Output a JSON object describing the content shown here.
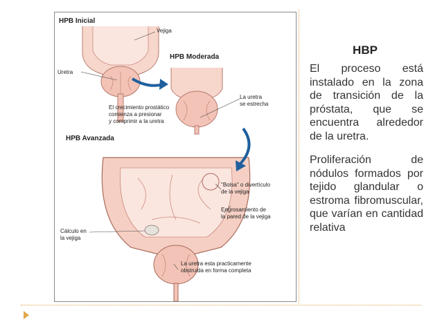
{
  "figure": {
    "stage_initial": "HPB Inicial",
    "stage_moderate": "HPB Moderada",
    "stage_advanced": "HPB Avanzada",
    "label_bladder": "Vejiga",
    "label_urethra": "Uretra",
    "label_narrowing_l1": "La uretra",
    "label_narrowing_l2": "se estrecha",
    "label_growth_l1": "El crecimiento prostático",
    "label_growth_l2": "comienza a presionar",
    "label_growth_l3": "y comprimir a la uretra",
    "label_pouch_l1": "\"Bolsa\" o divertículo",
    "label_pouch_l2": "de la vejiga",
    "label_thickening_l1": "Engrosamiento de",
    "label_thickening_l2": "la pared de la vejiga",
    "label_stone_l1": "Cálculo en",
    "label_stone_l2": "la vejiga",
    "label_obstructed_l1": "La uretra esta practicamente",
    "label_obstructed_l2": "obstruida en forma completa"
  },
  "slide": {
    "title": "HBP",
    "paragraph1": "El proceso está instalado en la zona de transición de la próstata, que se encuentra alrededor de la uretra.",
    "paragraph2": "Proliferación de nódulos formados por tejido glandular o estroma fibromuscular, que varían en cantidad relativa"
  },
  "colors": {
    "accent": "#e0a94a",
    "tissue": "#f2c3b6",
    "tissue_dark": "#c98a7d",
    "arrow": "#1f5f9e"
  }
}
